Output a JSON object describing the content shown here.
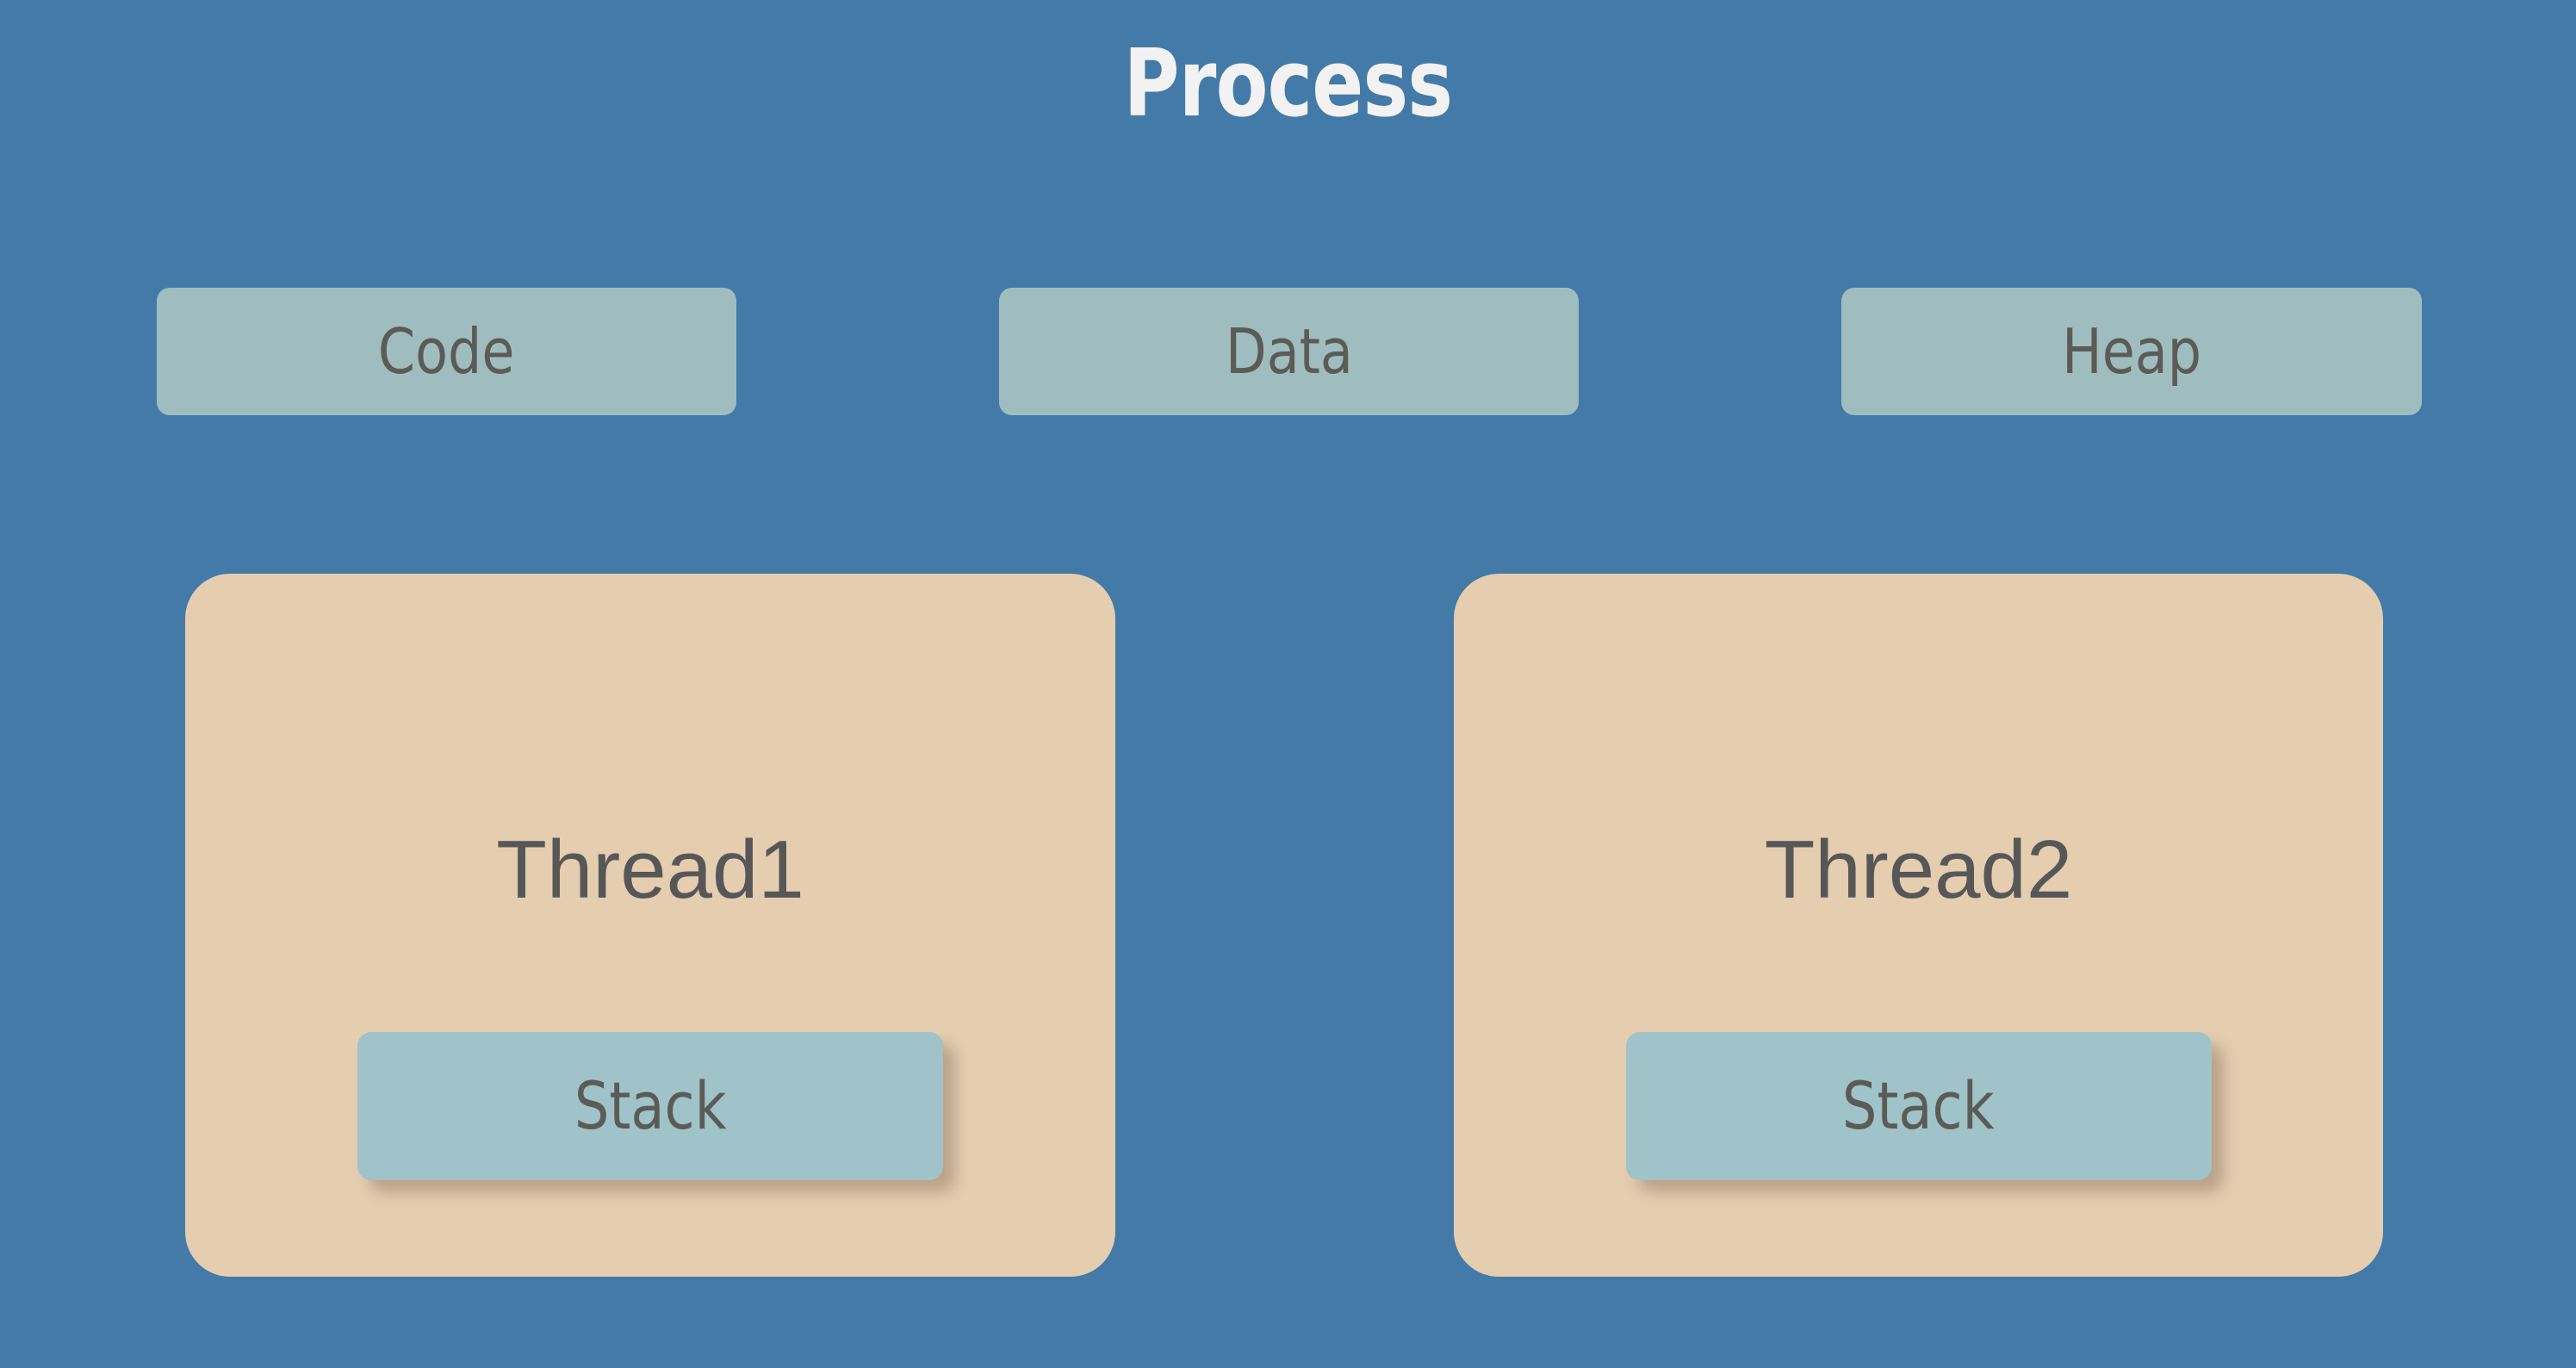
{
  "diagram": {
    "title": "Process",
    "background_color": "#447AA8",
    "segment_color": "#9FBDBF",
    "thread_color": "#E5CDB0",
    "stack_color": "#9FC3C9",
    "title_color": "#F2F2F2",
    "label_color": "#5B5B57"
  },
  "segments": [
    {
      "label": "Code"
    },
    {
      "label": "Data"
    },
    {
      "label": "Heap"
    }
  ],
  "threads": [
    {
      "label": "Thread1",
      "stack": {
        "label": "Stack"
      }
    },
    {
      "label": "Thread2",
      "stack": {
        "label": "Stack"
      }
    }
  ]
}
